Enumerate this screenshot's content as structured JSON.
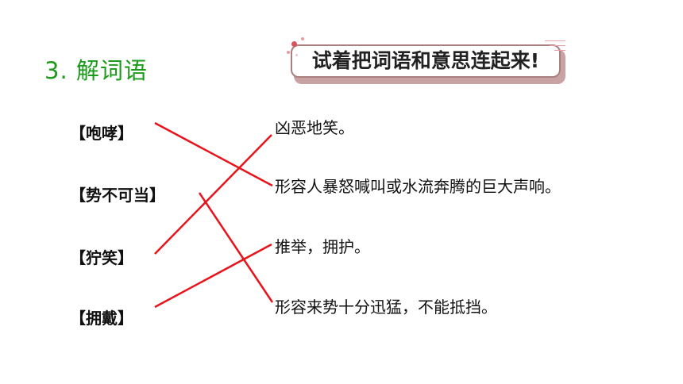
{
  "section": {
    "title": "3. 解词语"
  },
  "banner": {
    "text": "试着把词语和意思连起来!"
  },
  "terms": [
    {
      "label": "【咆哮】"
    },
    {
      "label": "【势不可当】"
    },
    {
      "label": "【狞笑】"
    },
    {
      "label": "【拥戴】"
    }
  ],
  "meanings": [
    {
      "label": "凶恶地笑。"
    },
    {
      "label": "形容人暴怒喊叫或水流奔腾的巨大声响。"
    },
    {
      "label": "推举，拥护。"
    },
    {
      "label": "形容来势十分迅猛，不能抵挡。"
    }
  ],
  "matches": [
    {
      "term": 0,
      "meaning": 1
    },
    {
      "term": 1,
      "meaning": 3
    },
    {
      "term": 2,
      "meaning": 0
    },
    {
      "term": 3,
      "meaning": 2
    }
  ],
  "colors": {
    "line": "#e8141c",
    "title": "#1a9c1a",
    "banner_border": "#a97f7f"
  }
}
